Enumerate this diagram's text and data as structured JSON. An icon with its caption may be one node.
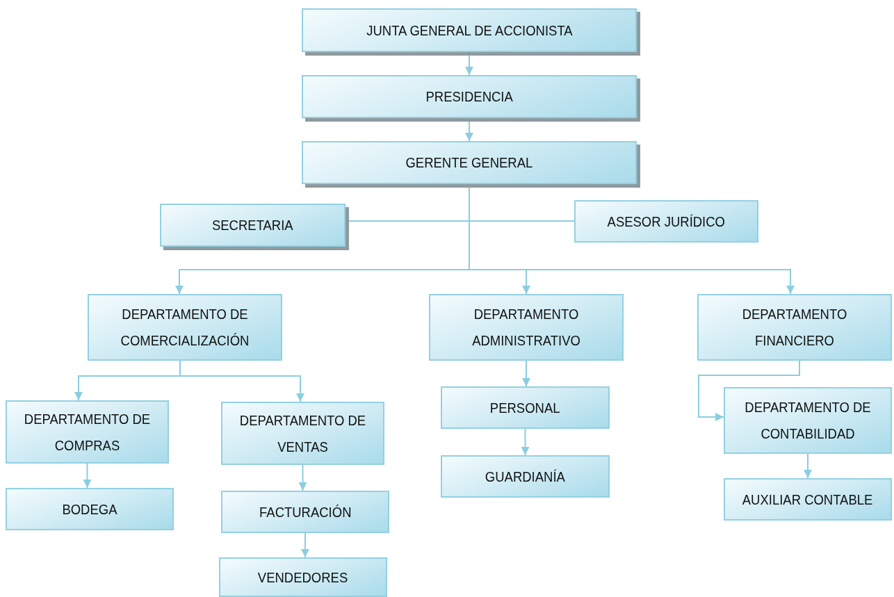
{
  "diagram": {
    "nodes": [
      {
        "text": [
          "JUNTA GENERAL DE ACCIONISTA"
        ]
      },
      {
        "text": [
          "PRESIDENCIA"
        ]
      },
      {
        "text": [
          "GERENTE GENERAL"
        ]
      },
      {
        "text": [
          "SECRETARIA"
        ]
      },
      {
        "text": [
          "ASESOR JURÍDICO"
        ]
      },
      {
        "text": [
          "DEPARTAMENTO DE COMERCIALIZACIÓN"
        ]
      },
      {
        "text": [
          "DEPARTAMENTO ADMINISTRATIVO"
        ]
      },
      {
        "text": [
          "DEPARTAMENTO FINANCIERO"
        ]
      },
      {
        "text": [
          "DEPARTAMENTO DE COMPRAS"
        ]
      },
      {
        "text": [
          "DEPARTAMENTO DE VENTAS"
        ]
      },
      {
        "text": [
          "BODEGA"
        ]
      },
      {
        "text": [
          "FACTURACIÓN"
        ]
      },
      {
        "text": [
          "VENDEDORES"
        ]
      },
      {
        "text": [
          "PERSONAL"
        ]
      },
      {
        "text": [
          "GUARDIANÍA"
        ]
      },
      {
        "text": [
          "DEPARTAMENTO DE CONTABILIDAD"
        ]
      },
      {
        "text": [
          "AUXILIAR CONTABLE"
        ]
      }
    ],
    "edges": [
      {
        "from": 0,
        "to": 1,
        "arrow": "to"
      },
      {
        "from": 1,
        "to": 2,
        "arrow": "to"
      },
      {
        "from": 2,
        "to": 3,
        "arrow": "none"
      },
      {
        "from": 2,
        "to": 4,
        "arrow": "none"
      },
      {
        "from": 2,
        "to": 5,
        "arrow": "to"
      },
      {
        "from": 2,
        "to": 6,
        "arrow": "to"
      },
      {
        "from": 2,
        "to": 7,
        "arrow": "to"
      },
      {
        "from": 5,
        "to": 8,
        "arrow": "to"
      },
      {
        "from": 5,
        "to": 9,
        "arrow": "to"
      },
      {
        "from": 8,
        "to": 10,
        "arrow": "to"
      },
      {
        "from": 9,
        "to": 11,
        "arrow": "to"
      },
      {
        "from": 11,
        "to": 12,
        "arrow": "to"
      },
      {
        "from": 6,
        "to": 13,
        "arrow": "to"
      },
      {
        "from": 13,
        "to": 14,
        "arrow": "to"
      },
      {
        "from": 7,
        "to": 15,
        "arrow": "to"
      },
      {
        "from": 15,
        "to": 16,
        "arrow": "to"
      }
    ]
  }
}
